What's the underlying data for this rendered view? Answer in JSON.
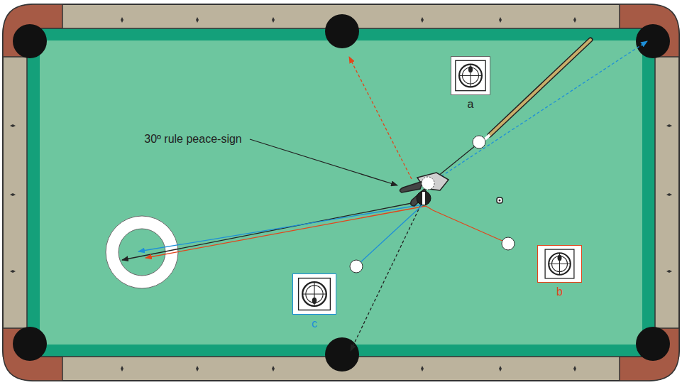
{
  "diagram": {
    "nodes": [
      {
        "text": [
          "a"
        ]
      },
      {
        "text": [
          "b"
        ]
      },
      {
        "text": [
          "c"
        ]
      }
    ],
    "labels": [
      "30º rule peace-sign"
    ]
  }
}
